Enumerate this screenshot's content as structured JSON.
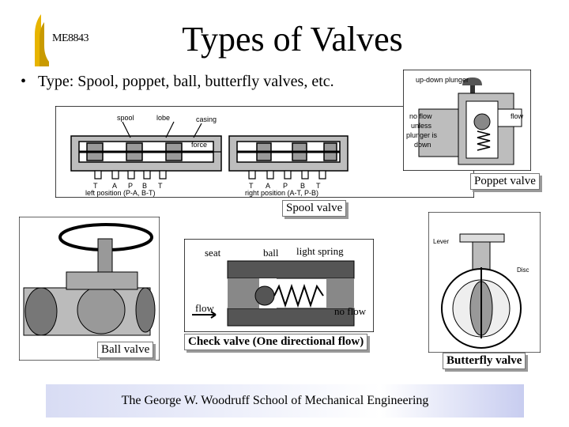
{
  "header": {
    "course": "ME8843",
    "title": "Types of Valves"
  },
  "bullet": "Type: Spool, poppet, ball, butterfly valves, etc.",
  "spool": {
    "caption": "Spool valve",
    "labels": [
      "spool",
      "lobe",
      "casing",
      "force",
      "T",
      "A",
      "P",
      "B",
      "T",
      "T",
      "A",
      "P",
      "B",
      "T"
    ],
    "left_pos": "left position (P-A, B-T)",
    "right_pos": "right position (A-T, P-B)"
  },
  "poppet": {
    "caption": "Poppet valve",
    "top_label": "up-down plunger",
    "no_flow": [
      "no flow",
      "unless",
      "plunger is",
      "down"
    ],
    "flow": "flow"
  },
  "ball": {
    "caption": "Ball valve"
  },
  "check": {
    "caption": "Check valve (One directional flow)",
    "seat": "seat",
    "ball": "ball",
    "spring": "light spring",
    "flow": "flow",
    "no_flow": "no flow"
  },
  "butterfly": {
    "caption": "Butterfly valve",
    "lever": "Lever",
    "disc": "Disc"
  },
  "footer": "The George W. Woodruff School of Mechanical Engineering"
}
